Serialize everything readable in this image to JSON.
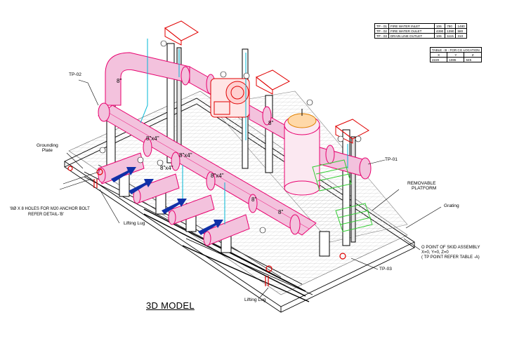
{
  "title": "3D MODEL",
  "tp_table": {
    "rows": [
      {
        "tp": "TP - 01",
        "desc": "FIRE WATER INLET",
        "x": "106",
        "y": "780",
        "z": "1480"
      },
      {
        "tp": "TP - 02",
        "desc": "FIRE WATER OULET",
        "x": "4390",
        "y": "1390",
        "z": "580"
      },
      {
        "tp": "TP - 03",
        "desc": "DRAIN LINE OUTLET",
        "x": "106",
        "y": "1115",
        "z": "310"
      }
    ]
  },
  "cg_table": {
    "title": "TABLE - B - FOR CG LOCATION",
    "headers": [
      "X",
      "Y",
      "Z"
    ],
    "values": [
      "2220",
      "1085",
      "645"
    ]
  },
  "labels": {
    "tp02": "TP-02",
    "tp01": "TP-01",
    "tp03": "TP-03",
    "grounding_plate": "Grounding\nPlate",
    "anchor_bolt_1": "'8Ø X 8 HOLES FOR M20 ANCHOR BOLT",
    "anchor_bolt_2": "REFER DETAIL-'B'",
    "lifting_lug_1": "Lifting Lug",
    "lifting_lug_2": "Lifting Lug",
    "removable_1": "REMOVABLE",
    "removable_2": "PLATFORM",
    "grating": "Grating",
    "origin_1": "O POINT OF SKID ASSEMBLY",
    "origin_2": "X=0, Y=0, Z=0",
    "origin_3": "( TP POINT REFER TABLE -A)"
  },
  "pipe_sizes": {
    "s1": "8\"",
    "s2": "8\"x4\"",
    "s3": "8\"x4\"",
    "s4": "8\"x4\"",
    "s5": "8\"x4\"",
    "s6": "8\"",
    "s7": "8\"",
    "s8": "8\""
  },
  "colors": {
    "pipe": "#e8006e",
    "pipe_fill": "#f3c2dd",
    "structure": "#000000",
    "platform": "#33cc33",
    "cyan": "#00b7d6",
    "blue_arrow": "#1030a8",
    "valve_red": "#e00000"
  }
}
